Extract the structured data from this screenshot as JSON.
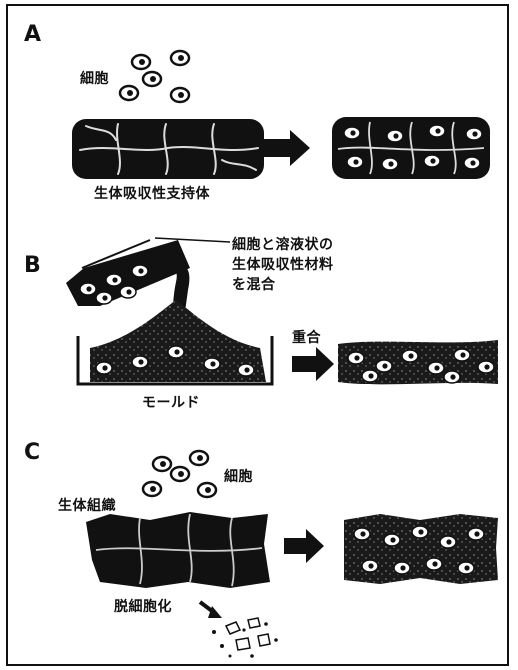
{
  "panels": {
    "a": {
      "label": "A",
      "cells_label": "細胞",
      "scaffold_label": "生体吸収性支持体"
    },
    "b": {
      "label": "B",
      "mix_label_lines": [
        "細胞と溶液状の",
        "生体吸収性材料",
        "を混合"
      ],
      "mold_label": "モールド",
      "arrow_label": "重合"
    },
    "c": {
      "label": "C",
      "cells_label": "細胞",
      "tissue_label": "生体組織",
      "decell_label": "脱細胞化"
    }
  },
  "icons": [
    "cell-icon",
    "arrow-right-icon"
  ],
  "colors": {
    "ink": "#111111",
    "paper": "#ffffff"
  }
}
